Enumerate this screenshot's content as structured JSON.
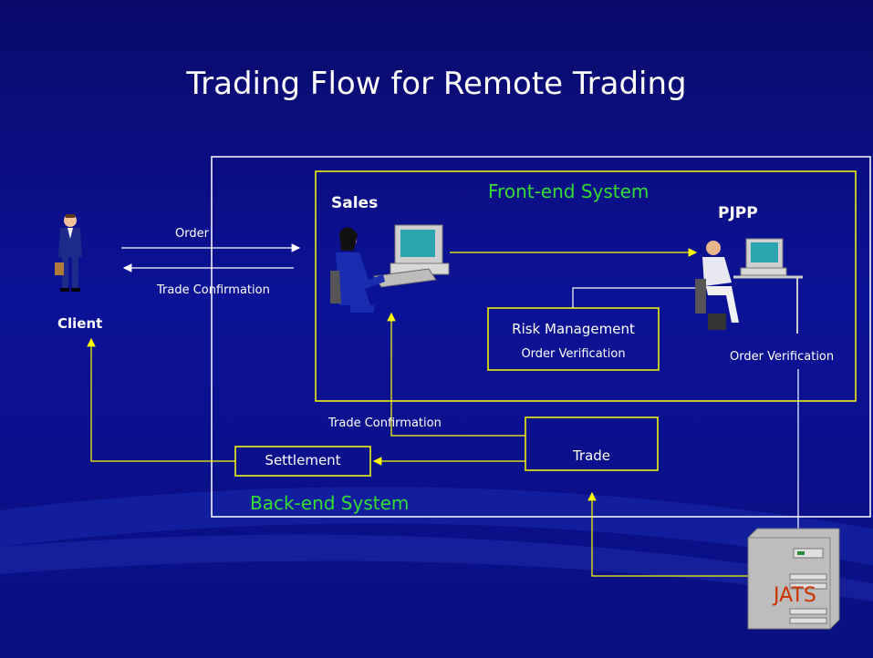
{
  "title": "Trading  Flow for Remote Trading",
  "systems": {
    "front_end": "Front-end System",
    "back_end": "Back-end System"
  },
  "actors": {
    "client": "Client",
    "sales": "Sales",
    "pjpp": "PJPP",
    "jats": "JATS"
  },
  "boxes": {
    "risk_line1": "Risk Management",
    "risk_line2": "Order Verification",
    "trade": "Trade",
    "settlement": "Settlement"
  },
  "labels": {
    "order": "Order",
    "trade_confirmation_top": "Trade Confirmation",
    "trade_confirmation_bottom": "Trade Confirmation",
    "pjpp_verification": "Order Verification"
  },
  "colors": {
    "background": "#0c1296",
    "arrow": "#ffff00",
    "system_label": "#33dd33",
    "jats_label": "#cc3300"
  }
}
